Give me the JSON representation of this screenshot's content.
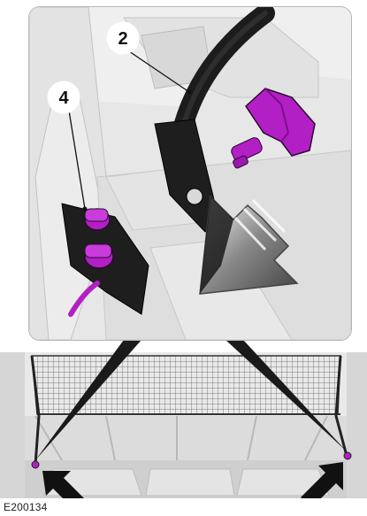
{
  "figure_id": "E200134",
  "callouts": [
    {
      "number": "2",
      "refers_to": "strap"
    },
    {
      "number": "4",
      "refers_to": "bracket-knobs"
    }
  ],
  "colors": {
    "highlight_part": "#b21fc4",
    "outline": "#1a1a1a",
    "background_grey": "#e6e6e6",
    "arrow_fill": "#111111"
  }
}
